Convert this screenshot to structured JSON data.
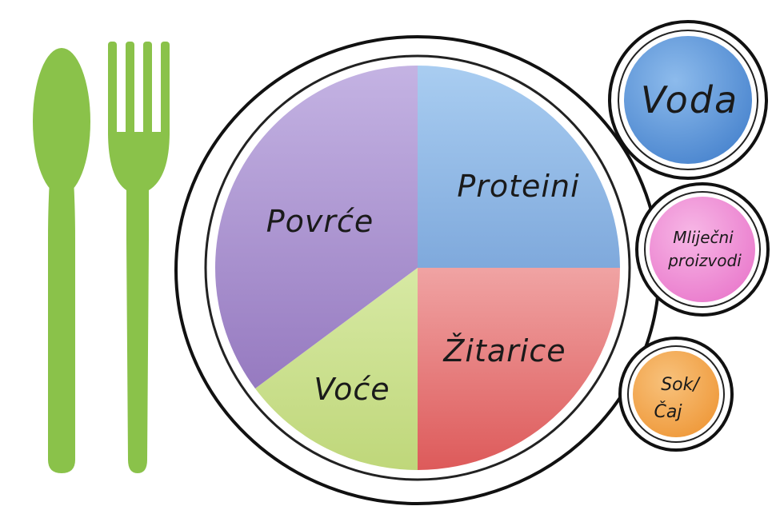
{
  "plate_sections": [
    {
      "label": "Proteini",
      "color": "#8fb8e6"
    },
    {
      "label": "Žitarice",
      "color": "#e77f80"
    },
    {
      "label": "Voće",
      "color": "#cadf8c"
    },
    {
      "label": "Povrće",
      "color": "#a98ccc"
    }
  ],
  "side_items": [
    {
      "lines": [
        "Voda"
      ],
      "color": "#5f97d8"
    },
    {
      "lines": [
        "Mliječni",
        "proizvodi"
      ],
      "color": "#ef8fd5"
    },
    {
      "lines": [
        "Sok/",
        "Čaj"
      ],
      "color": "#f3aa52"
    }
  ],
  "cutlery": {
    "color": "#8ac24a",
    "items": [
      "spoon-icon",
      "fork-icon"
    ]
  }
}
